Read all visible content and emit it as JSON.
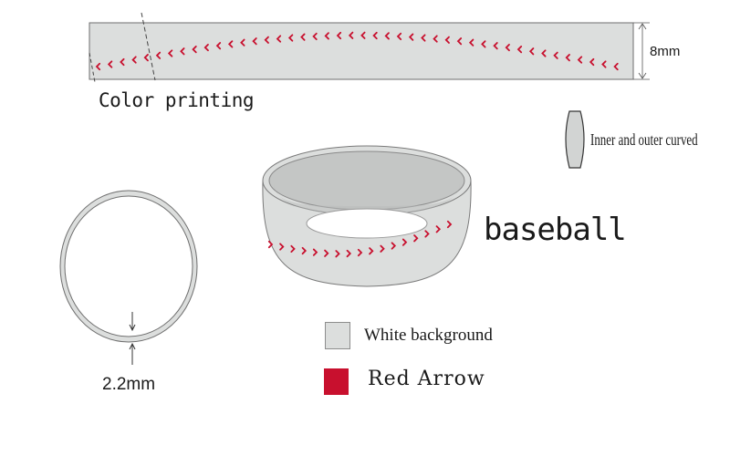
{
  "labels": {
    "width_dim": "8mm",
    "color_printing": "Color printing",
    "inner_outer": "Inner and outer curved",
    "pattern_name": "baseball",
    "thickness_dim": "2.2mm",
    "legend_white": "White background",
    "legend_red": "Red Arrow"
  },
  "colors": {
    "band_fill": "#dcdedd",
    "band_stroke": "#7a7a7a",
    "stitch_red": "#c8102e",
    "line_dark": "#333333"
  }
}
